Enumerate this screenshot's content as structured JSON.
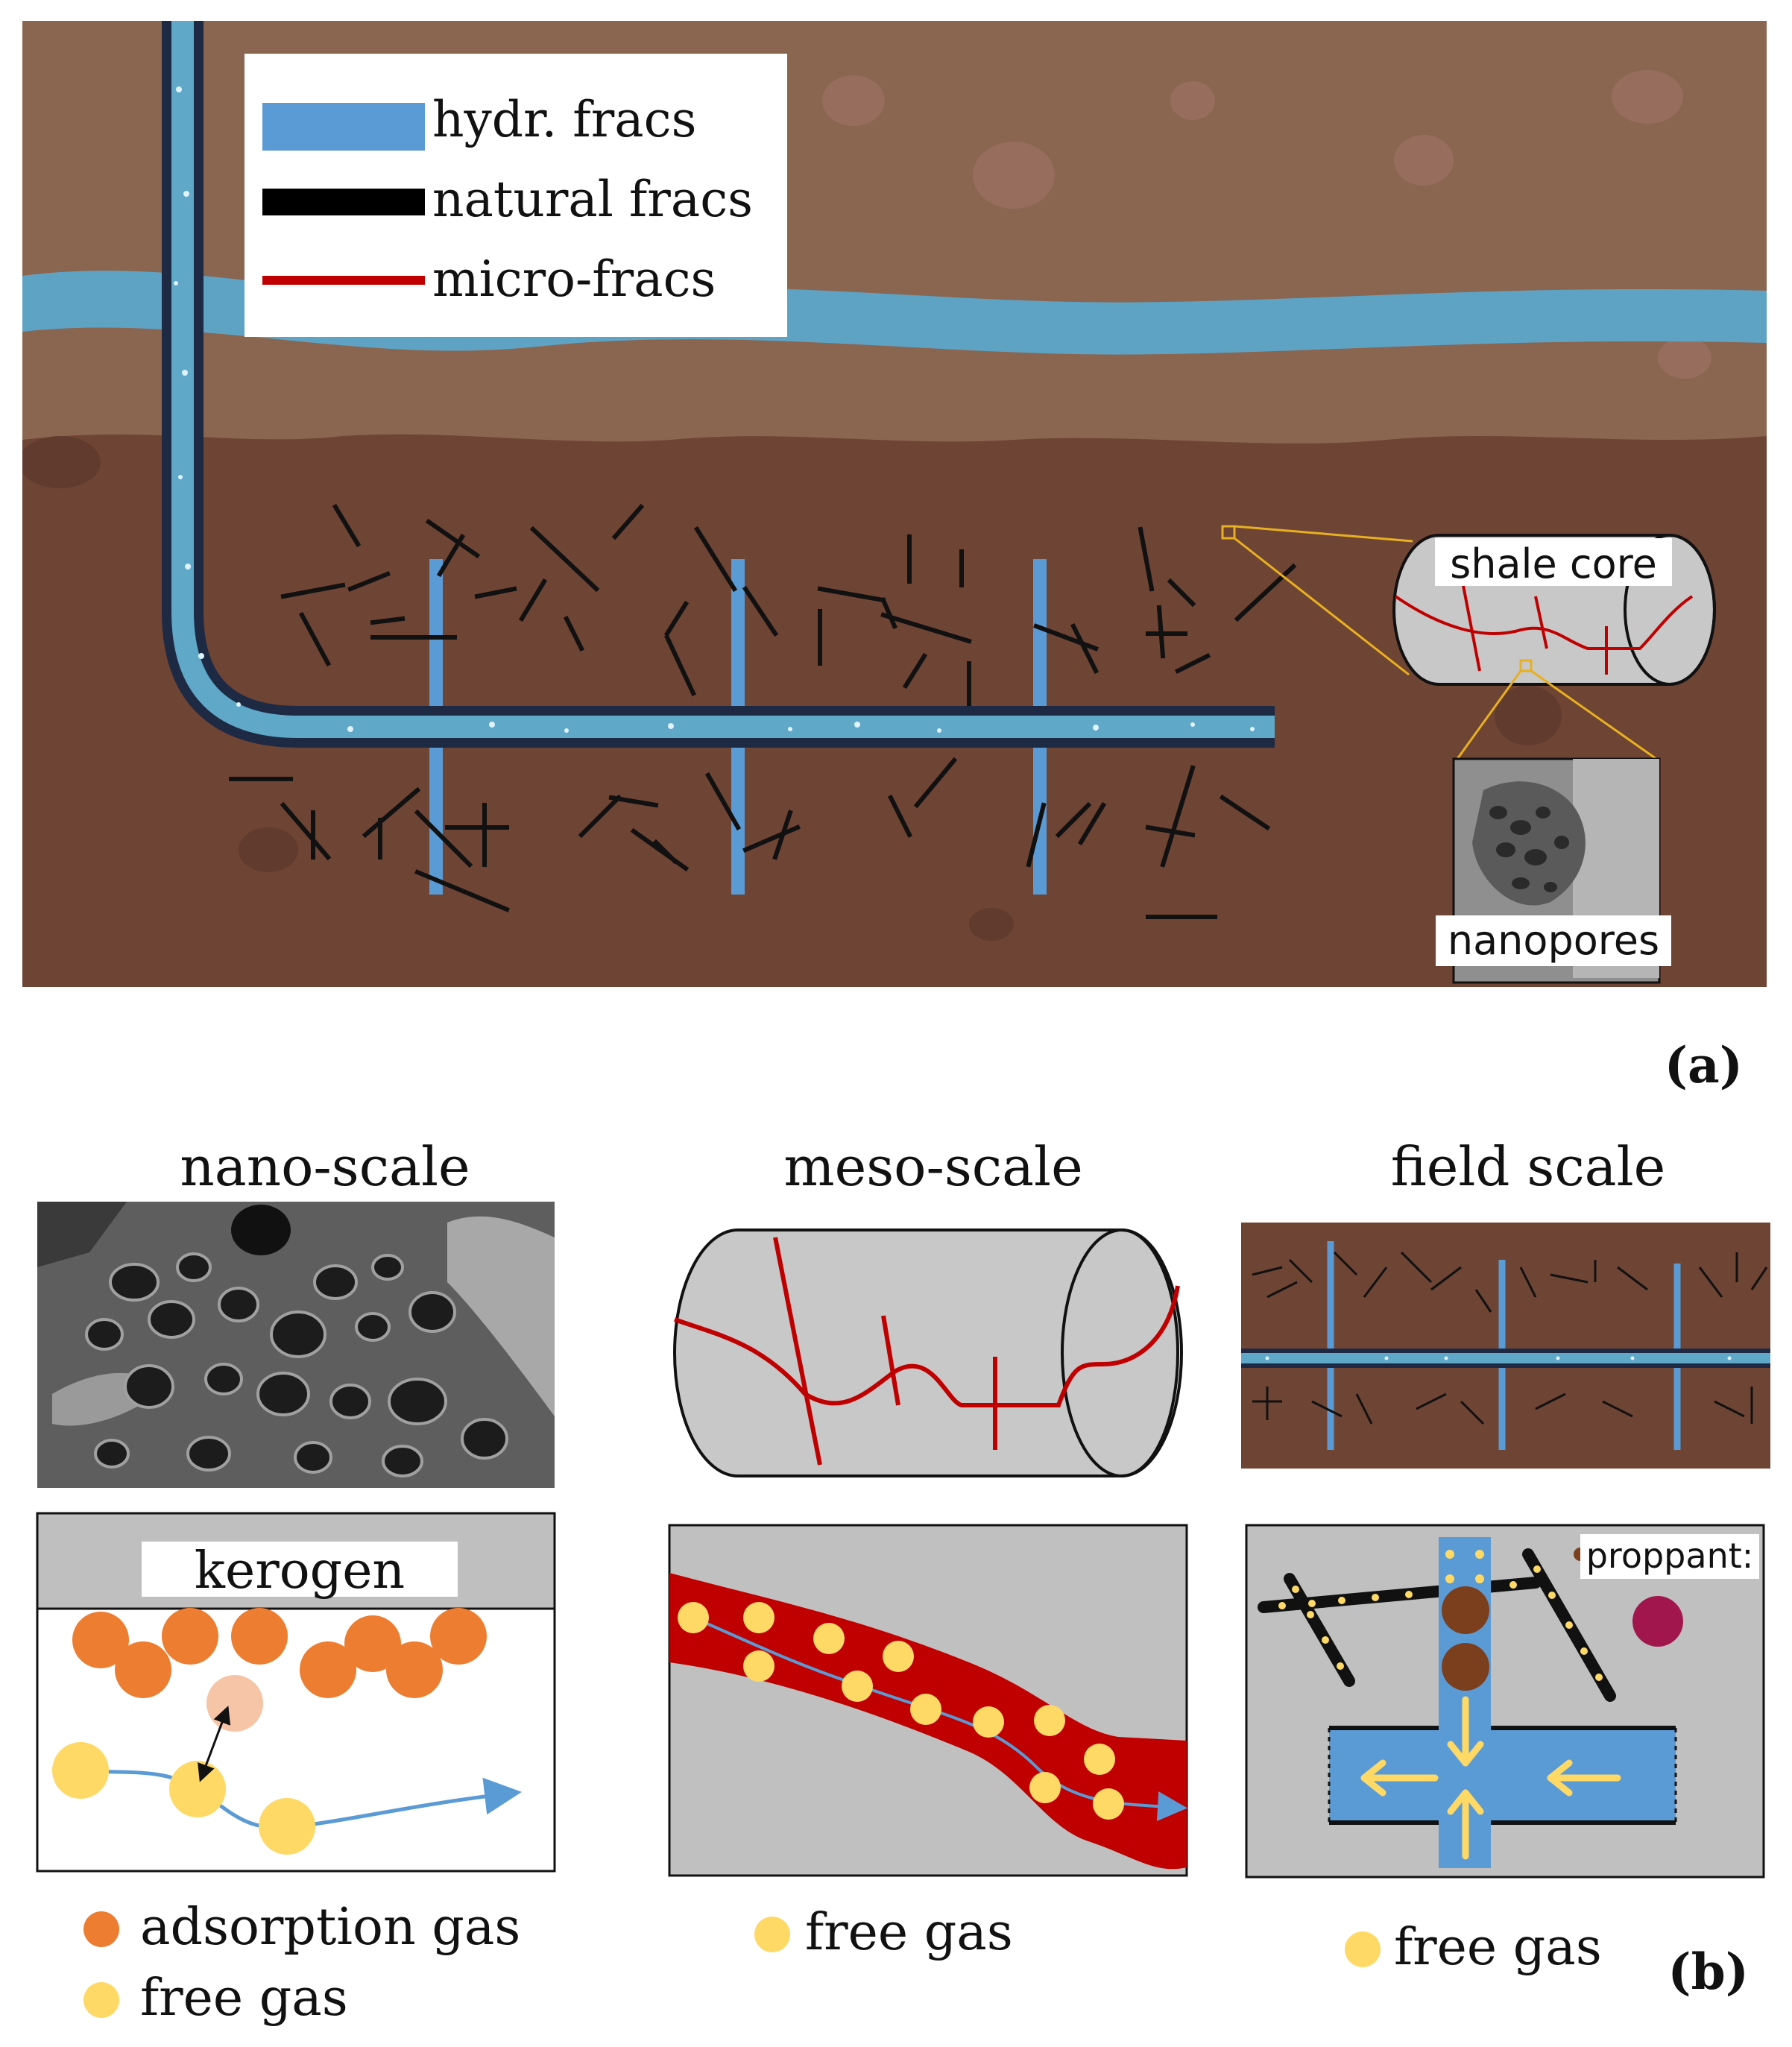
{
  "panel_a": {
    "label": "(a)",
    "legend": [
      {
        "label": "hydr. fracs",
        "color": "#5b9bd5",
        "style": "thick"
      },
      {
        "label": "natural fracs",
        "color": "#000000",
        "style": "medium"
      },
      {
        "label": "micro-fracs",
        "color": "#c00000",
        "style": "thin"
      }
    ],
    "shale_core_label": "shale core",
    "nanopores_label": "nanopores"
  },
  "panel_b": {
    "label": "(b)",
    "titles": [
      "nano-scale",
      "meso-scale",
      "field scale"
    ],
    "kerogen_label": "kerogen",
    "proppant_label": "proppant:",
    "legend_nano": [
      {
        "label": "adsorption gas",
        "color": "#ed7d31"
      },
      {
        "label": "free gas",
        "color": "#ffd966"
      }
    ],
    "legend_meso": [
      {
        "label": "free gas",
        "color": "#ffd966"
      }
    ],
    "legend_field": [
      {
        "label": "free gas",
        "color": "#ffd966"
      }
    ]
  },
  "colors": {
    "soil_light": "#8a6550",
    "soil_dark": "#6e4434",
    "aquifer": "#5fa3c4",
    "hydro_frac": "#5b9bd5",
    "well_outer": "#1e2a44",
    "well_inner": "#5fa8c8",
    "micro_frac": "#c00000",
    "core_gray": "#c8c8c8",
    "adsorption": "#ed7d31",
    "free_gas": "#ffd966",
    "proppant_brown": "#7b3f1e",
    "proppant_purple": "#a0164d",
    "leader": "#e8b020"
  }
}
